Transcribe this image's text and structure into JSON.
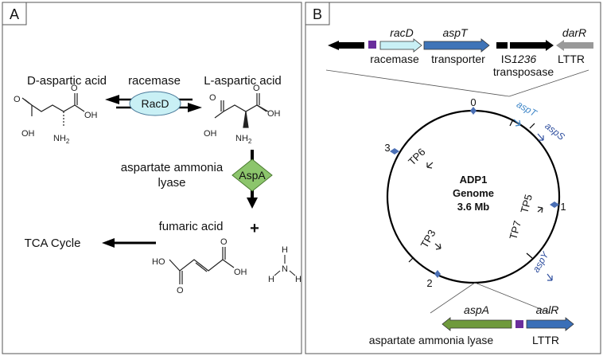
{
  "panel_a": {
    "letter": "A",
    "d_asp": "D-aspartic acid",
    "l_asp": "L-aspartic acid",
    "racemase": "racemase",
    "racd": "RacD",
    "aspartate_ammonia": "aspartate ammonia",
    "lyase": "lyase",
    "aspa": "AspA",
    "fumaric": "fumaric acid",
    "plus": "+",
    "tca": "TCA Cycle",
    "oh": "OH",
    "nh2": "NH",
    "sub2": "2",
    "o": "O",
    "ho": "HO",
    "h": "H",
    "n": "N"
  },
  "panel_b": {
    "letter": "B",
    "racd_gene": "racD",
    "aspt_gene": "aspT",
    "darr_gene": "darR",
    "racemase_label": "racemase",
    "transporter_label": "transporter",
    "is_prefix": "IS",
    "is_num": "1236",
    "ltrr_top": "LTTR",
    "transposase": "transposase",
    "genome_l1": "ADP1",
    "genome_l2": "Genome",
    "genome_l3": "3.6 Mb",
    "mark0": "0",
    "mark1": "1",
    "mark2": "2",
    "mark3": "3",
    "aspt_ring": "aspT",
    "asps_ring": "aspS",
    "aspy_ring": "aspY",
    "tp6": "TP6",
    "tp5": "TP5",
    "tp7": "TP7",
    "tp3": "TP3",
    "aspa_gene": "aspA",
    "aalr_gene": "aalR",
    "aspa_label": "aspartate ammonia lyase",
    "ltrr_bottom": "LTTR"
  },
  "colors": {
    "racd_fill": "#c9f0f5",
    "aspa_fill": "#8cc56c",
    "aspt_fill": "#3f74b8",
    "aspa_gene_fill": "#6f9a3c",
    "aalr_fill": "#3a6fb8",
    "darr_fill": "#999999",
    "purple": "#6a2d9c",
    "marker": "#4a6fb5"
  }
}
